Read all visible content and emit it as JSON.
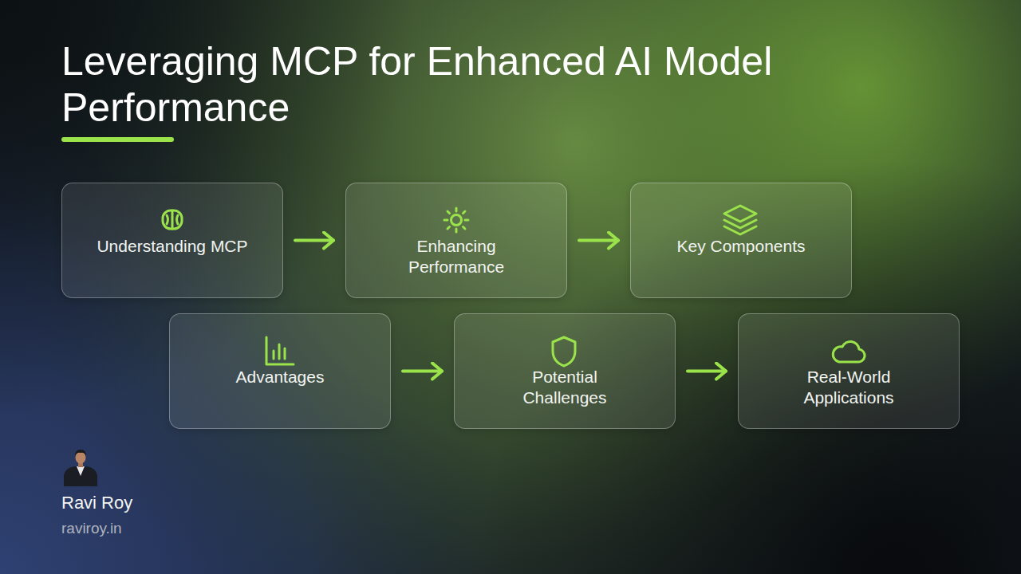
{
  "diagram": {
    "title": "Leveraging MCP for Enhanced AI Model Performance",
    "nodes": [
      {
        "text": [
          "Understanding MCP"
        ]
      },
      {
        "text": [
          "Enhancing Performance"
        ]
      },
      {
        "text": [
          "Key Components"
        ]
      },
      {
        "text": [
          "Advantages"
        ]
      },
      {
        "text": [
          "Potential Challenges"
        ]
      },
      {
        "text": [
          "Real-World Applications"
        ]
      }
    ],
    "edges": [
      {
        "from": 0,
        "to": 1,
        "arrow": "to"
      },
      {
        "from": 1,
        "to": 2,
        "arrow": "to"
      },
      {
        "from": 3,
        "to": 4,
        "arrow": "to"
      },
      {
        "from": 4,
        "to": 5,
        "arrow": "to"
      }
    ],
    "labels": [
      "Ravi Roy",
      "raviroy.in"
    ]
  }
}
